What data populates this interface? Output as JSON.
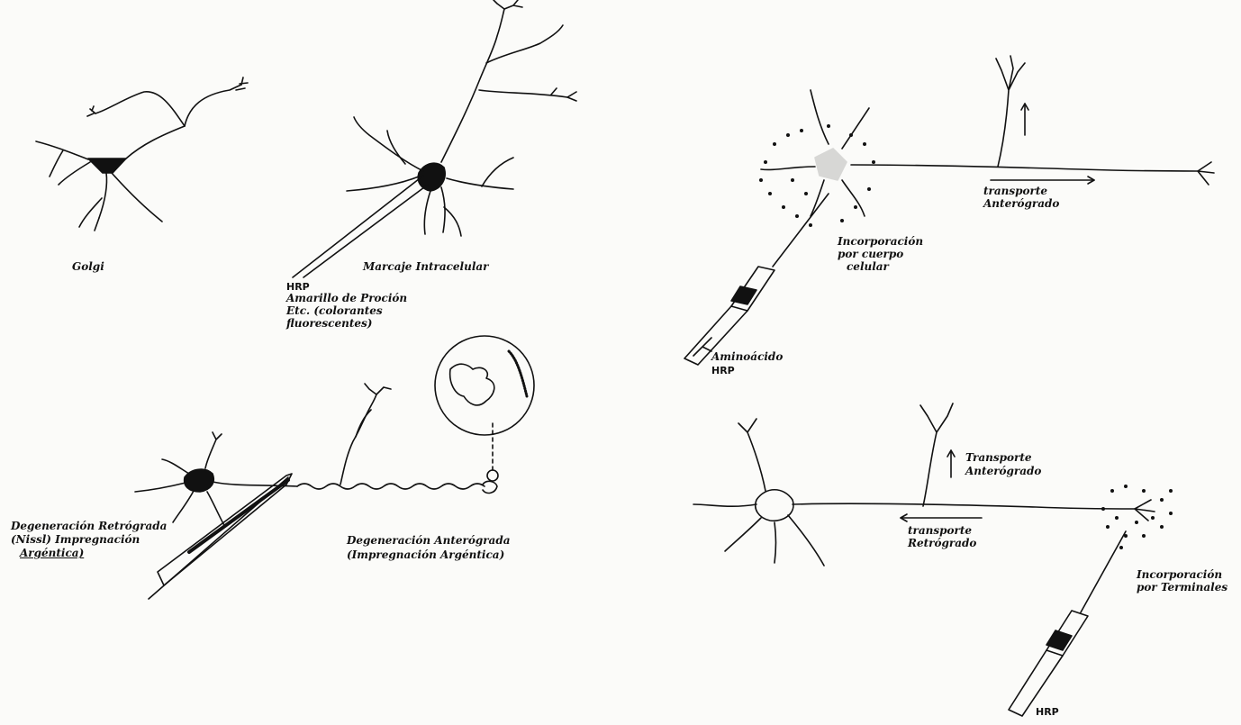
{
  "labels": {
    "golgi": "Golgi",
    "intracellular": "Marcaje Intracelular",
    "hrp_1": "HRP",
    "markers_1": "Amarillo de Proción",
    "markers_2": "Etc. (colorantes",
    "markers_3": "fluorescentes)",
    "retro_degen_1": "Degeneración Retrógrada",
    "retro_degen_2": "(Nissl) Impregnación",
    "retro_degen_3": "Argéntica)",
    "antero_degen_1": "Degeneración Anterógrada",
    "antero_degen_2": "(Impregnación Argéntica)",
    "transport_antero_top_1": "transporte",
    "transport_antero_top_2": "Anterógrado",
    "incorp_cell_1": "Incorporación",
    "incorp_cell_2": "por cuerpo",
    "incorp_cell_3": "celular",
    "aminoacid": "Aminoácido",
    "hrp_2": "HRP",
    "transport_antero_bot_1": "Transporte",
    "transport_antero_bot_2": "Anterógrado",
    "transport_retro_1": "transporte",
    "transport_retro_2": "Retrógrado",
    "incorp_term_1": "Incorporación",
    "incorp_term_2": "por Terminales",
    "hrp_3": "HRP"
  }
}
